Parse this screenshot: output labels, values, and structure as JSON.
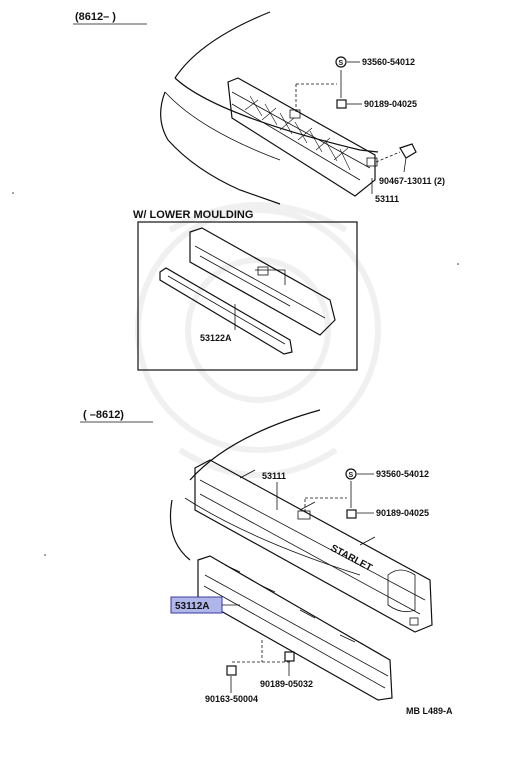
{
  "sections": {
    "top_header": "(8612–     )",
    "bottom_header": "(     –8612)",
    "inset_title": "W/ LOWER  MOULDING"
  },
  "parts": {
    "top_screw": "93560-54012",
    "top_nut": "90189-04025",
    "top_clip": "90467-13011 (2)",
    "top_grille": "53111",
    "inset_grille": "53122A",
    "bottom_grille": "53111",
    "bottom_screw": "93560-54012",
    "bottom_nut": "90189-04025",
    "bottom_moulding": "53112A",
    "bottom_bolt": "90163-50004",
    "bottom_nut2": "90189-05032"
  },
  "badge_text": "STARLET",
  "drawing_code": "MB  L489-A",
  "colors": {
    "highlight": "#aeb6ea",
    "highlight_border": "#3a3aa0",
    "ink": "#111111"
  }
}
